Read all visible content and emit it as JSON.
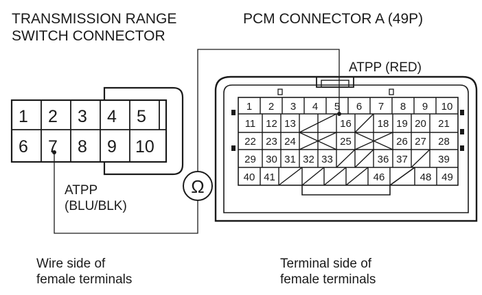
{
  "left_connector": {
    "title_line1": "TRANSMISSION RANGE",
    "title_line2": "SWITCH CONNECTOR",
    "row1": [
      "1",
      "2",
      "3",
      "4",
      "5"
    ],
    "row2": [
      "6",
      "7",
      "8",
      "9",
      "10"
    ],
    "wire_label_line1": "ATPP",
    "wire_label_line2": "(BLU/BLK)",
    "footer_line1": "Wire side of",
    "footer_line2": "female terminals"
  },
  "meter": {
    "symbol": "Ω"
  },
  "right_connector": {
    "title": "PCM CONNECTOR A (49P)",
    "wire_label": "ATPP (RED)",
    "row1": [
      "1",
      "2",
      "3",
      "4",
      "5",
      "6",
      "7",
      "8",
      "9",
      "10"
    ],
    "row2": [
      "11",
      "12",
      "13",
      "",
      "",
      "16",
      "",
      "18",
      "19",
      "20",
      "21"
    ],
    "row3": [
      "22",
      "23",
      "24",
      "",
      "",
      "25",
      "",
      "",
      "26",
      "27",
      "28"
    ],
    "row4": [
      "29",
      "30",
      "31",
      "32",
      "33",
      "",
      "",
      "36",
      "37",
      "",
      "39"
    ],
    "row5": [
      "40",
      "41",
      "",
      "",
      "",
      "",
      "46",
      "",
      "48",
      "49"
    ],
    "footer_line1": "Terminal side of",
    "footer_line2": "female terminals"
  }
}
